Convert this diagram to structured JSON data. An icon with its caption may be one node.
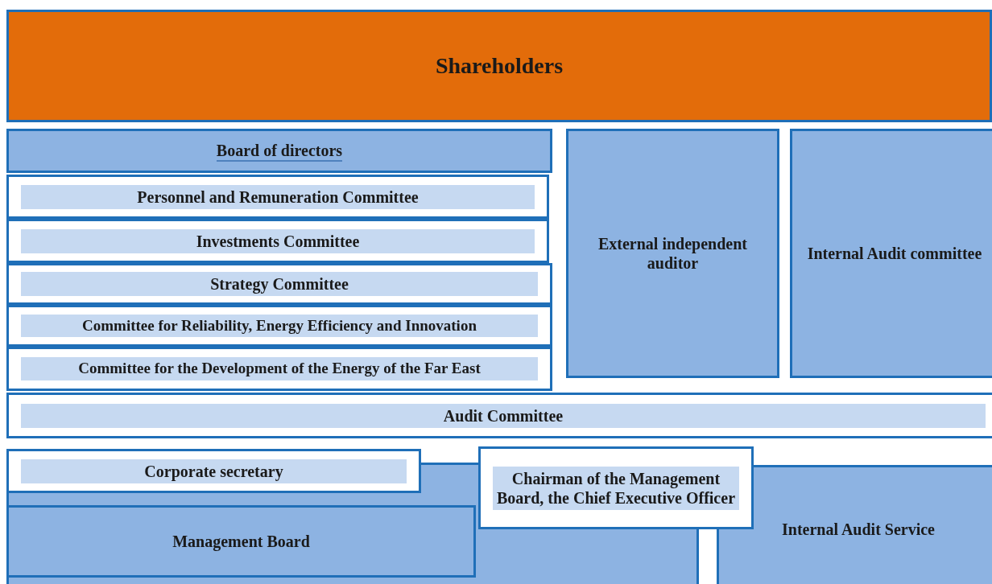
{
  "diagram": {
    "nodes": [
      {
        "text": [
          "Shareholders"
        ]
      },
      {
        "text": [
          "Board of directors"
        ]
      },
      {
        "text": [
          "Personnel and Remuneration Committee"
        ]
      },
      {
        "text": [
          "Investments Committee"
        ]
      },
      {
        "text": [
          "Strategy Committee"
        ]
      },
      {
        "text": [
          "Committee for Reliability, Energy Efficiency and Innovation"
        ]
      },
      {
        "text": [
          "Committee for the Development of the Energy of the Far East"
        ]
      },
      {
        "text": [
          "External independent auditor"
        ]
      },
      {
        "text": [
          "Internal Audit committee"
        ]
      },
      {
        "text": [
          "Audit Committee"
        ]
      },
      {
        "text": [],
        "shape": "box"
      },
      {
        "text": [
          "Corporate secretary"
        ]
      },
      {
        "text": [
          "Chairman of the Management Board, the Chief Executive Officer"
        ]
      },
      {
        "text": [
          "Management Board"
        ],
        "in": 10
      },
      {
        "text": [
          "Internal Audit Service"
        ]
      }
    ]
  }
}
